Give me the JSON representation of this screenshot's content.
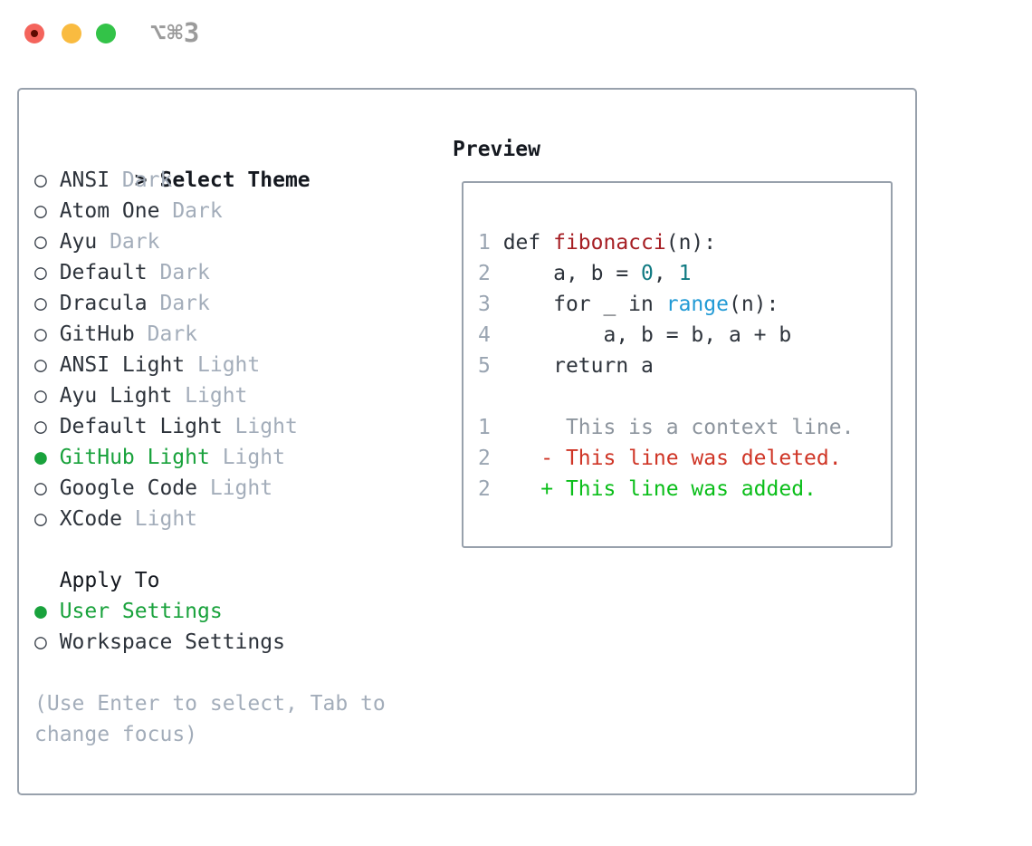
{
  "titlebar": {
    "title": "⌥⌘3"
  },
  "glyphs": {
    "radio_selected": "●",
    "radio_unselected": "○",
    "prompt": ">"
  },
  "theme_picker": {
    "header": "Select Theme",
    "items": [
      {
        "name": "ANSI",
        "variant": "Dark",
        "selected": false
      },
      {
        "name": "Atom One",
        "variant": "Dark",
        "selected": false
      },
      {
        "name": "Ayu",
        "variant": "Dark",
        "selected": false
      },
      {
        "name": "Default",
        "variant": "Dark",
        "selected": false
      },
      {
        "name": "Dracula",
        "variant": "Dark",
        "selected": false
      },
      {
        "name": "GitHub",
        "variant": "Dark",
        "selected": false
      },
      {
        "name": "ANSI Light",
        "variant": "Light",
        "selected": false
      },
      {
        "name": "Ayu Light",
        "variant": "Light",
        "selected": false
      },
      {
        "name": "Default Light",
        "variant": "Light",
        "selected": false
      },
      {
        "name": "GitHub Light",
        "variant": "Light",
        "selected": true
      },
      {
        "name": "Google Code",
        "variant": "Light",
        "selected": false
      },
      {
        "name": "XCode",
        "variant": "Light",
        "selected": false
      }
    ],
    "apply_to": {
      "label": "Apply To",
      "options": [
        {
          "label": "User Settings",
          "selected": true
        },
        {
          "label": "Workspace Settings",
          "selected": false
        }
      ]
    },
    "hint": "(Use Enter to select, Tab to change focus)"
  },
  "preview": {
    "label": "Preview",
    "lines": [
      {
        "segments": [
          {
            "text": "1 ",
            "color": "lineno"
          },
          {
            "text": "def ",
            "color": "default"
          },
          {
            "text": "fibonacci",
            "color": "function"
          },
          {
            "text": "(n):",
            "color": "default"
          }
        ]
      },
      {
        "segments": [
          {
            "text": "2 ",
            "color": "lineno"
          },
          {
            "text": "    a, b = ",
            "color": "default"
          },
          {
            "text": "0",
            "color": "number"
          },
          {
            "text": ", ",
            "color": "default"
          },
          {
            "text": "1",
            "color": "number"
          }
        ]
      },
      {
        "segments": [
          {
            "text": "3 ",
            "color": "lineno"
          },
          {
            "text": "    for _ in ",
            "color": "default"
          },
          {
            "text": "range",
            "color": "builtin"
          },
          {
            "text": "(n):",
            "color": "default"
          }
        ]
      },
      {
        "segments": [
          {
            "text": "4 ",
            "color": "lineno"
          },
          {
            "text": "        a, b = b, a + b",
            "color": "default"
          }
        ]
      },
      {
        "segments": [
          {
            "text": "5 ",
            "color": "lineno"
          },
          {
            "text": "    return a",
            "color": "default"
          }
        ]
      },
      {
        "segments": []
      },
      {
        "segments": [
          {
            "text": "1 ",
            "color": "lineno"
          },
          {
            "text": "     This is a context line.",
            "color": "context"
          }
        ]
      },
      {
        "segments": [
          {
            "text": "2 ",
            "color": "lineno"
          },
          {
            "text": "   ",
            "color": "default"
          },
          {
            "text": "- This line was deleted.",
            "color": "deleted"
          }
        ]
      },
      {
        "segments": [
          {
            "text": "2 ",
            "color": "lineno"
          },
          {
            "text": "   ",
            "color": "default"
          },
          {
            "text": "+ This line was added.",
            "color": "added"
          }
        ]
      }
    ]
  },
  "colors": {
    "accent_green": "#19a23c",
    "added_green": "#0abe19",
    "deleted_red": "#cf3526",
    "function_red": "#a61e23",
    "number_teal": "#107a82",
    "builtin_blue": "#219ad5",
    "muted_gray": "#a3adba",
    "lineno_gray": "#9aa5b2",
    "text_dark": "#2d333b",
    "border_gray": "#98a1ac",
    "traffic_red": "#f4645c",
    "traffic_yellow": "#f9bb40",
    "traffic_green": "#33c348"
  }
}
